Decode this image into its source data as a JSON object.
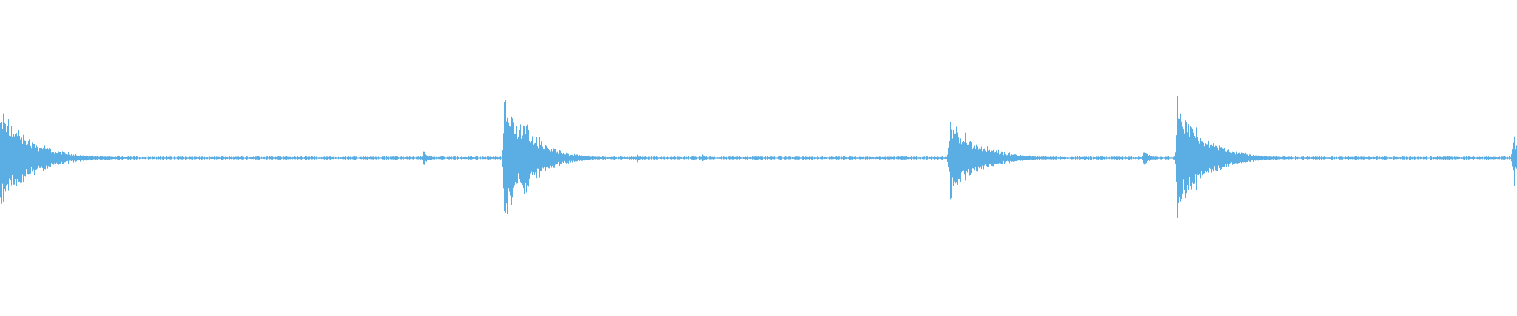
{
  "waveform": {
    "color": "#5aaee3",
    "background": "#ffffff",
    "baseline_amplitude": 0.01,
    "transients": [
      {
        "time": 0.0,
        "peak": 0.36,
        "decay": 0.02
      },
      {
        "time": 0.201,
        "peak": 0.02,
        "decay": 0.002
      },
      {
        "time": 0.279,
        "peak": 0.06,
        "decay": 0.003
      },
      {
        "time": 0.332,
        "peak": 0.52,
        "decay": 0.012
      },
      {
        "time": 0.342,
        "peak": 0.34,
        "decay": 0.015
      },
      {
        "time": 0.42,
        "peak": 0.03,
        "decay": 0.002
      },
      {
        "time": 0.463,
        "peak": 0.03,
        "decay": 0.002
      },
      {
        "time": 0.556,
        "peak": 0.02,
        "decay": 0.002
      },
      {
        "time": 0.626,
        "peak": 0.32,
        "decay": 0.018
      },
      {
        "time": 0.754,
        "peak": 0.06,
        "decay": 0.004
      },
      {
        "time": 0.776,
        "peak": 0.42,
        "decay": 0.018
      },
      {
        "time": 0.812,
        "peak": 0.03,
        "decay": 0.002
      },
      {
        "time": 0.998,
        "peak": 0.26,
        "decay": 0.002
      }
    ]
  }
}
